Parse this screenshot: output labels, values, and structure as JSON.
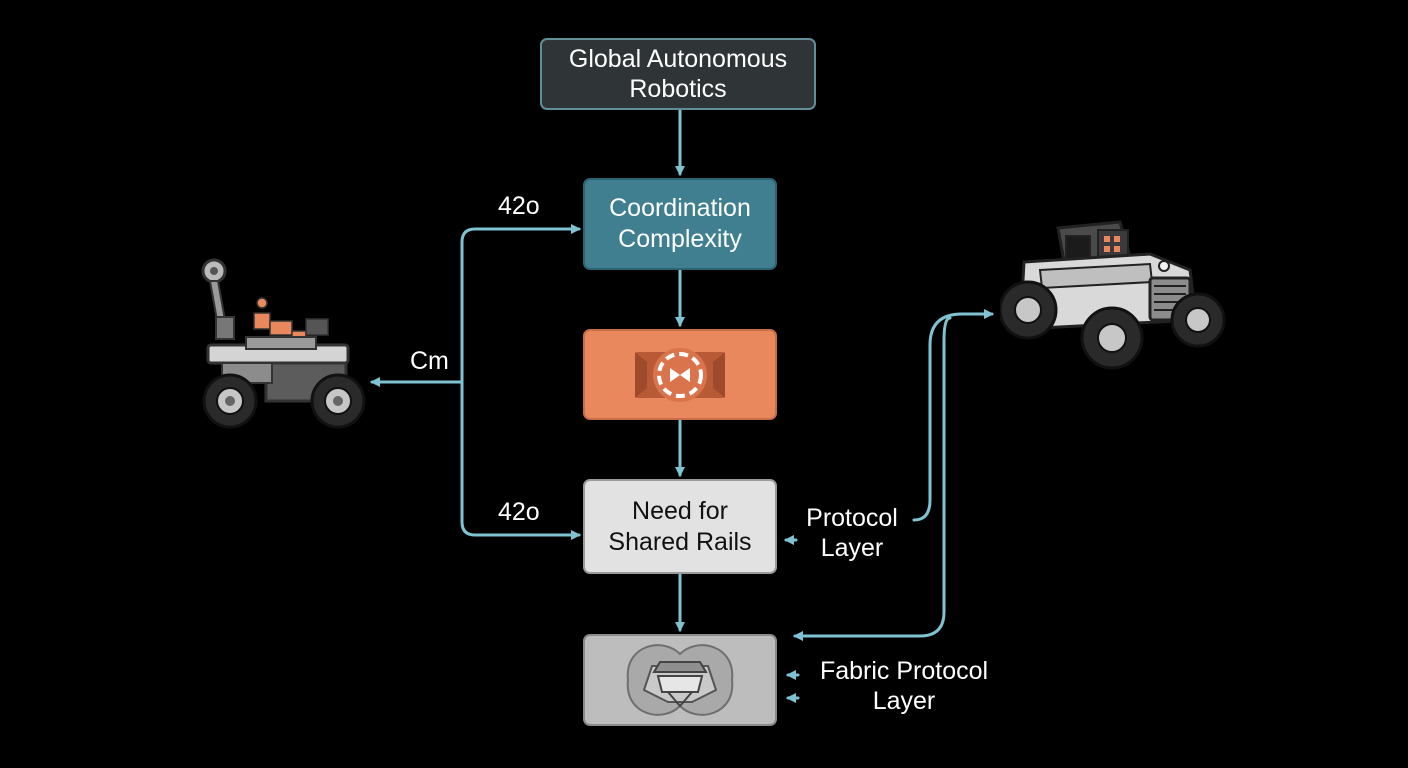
{
  "diagram": {
    "title_box": {
      "line1": "Global Autonomous",
      "line2": "Robotics"
    },
    "coordination_box": {
      "line1": "Coordination",
      "line2": "Complexity"
    },
    "orange_box": {
      "icon": "shutter-valve-icon"
    },
    "need_box": {
      "line1": "Need for",
      "line2": "Shared Rails"
    },
    "fabric_box": {
      "icon": "fabric-mesh-icon"
    },
    "labels": {
      "top_branch": "42o",
      "middle_branch": "Cm",
      "bottom_branch": "42o",
      "protocol_layer_1": "Protocol",
      "protocol_layer_2": "Layer",
      "fabric_protocol_1": "Fabric Protocol",
      "fabric_protocol_2": "Layer"
    },
    "robots": {
      "left": "rover-arm-robot-icon",
      "right": "autonomous-vehicle-icon"
    },
    "colors": {
      "background": "#000000",
      "connector": "#7fc3d3",
      "coordination_fill": "#3f7f8f",
      "orange_fill": "#e9875d",
      "need_fill": "#e2e2e2",
      "fabric_fill": "#bdbdbd",
      "title_fill": "#2f3537"
    }
  }
}
